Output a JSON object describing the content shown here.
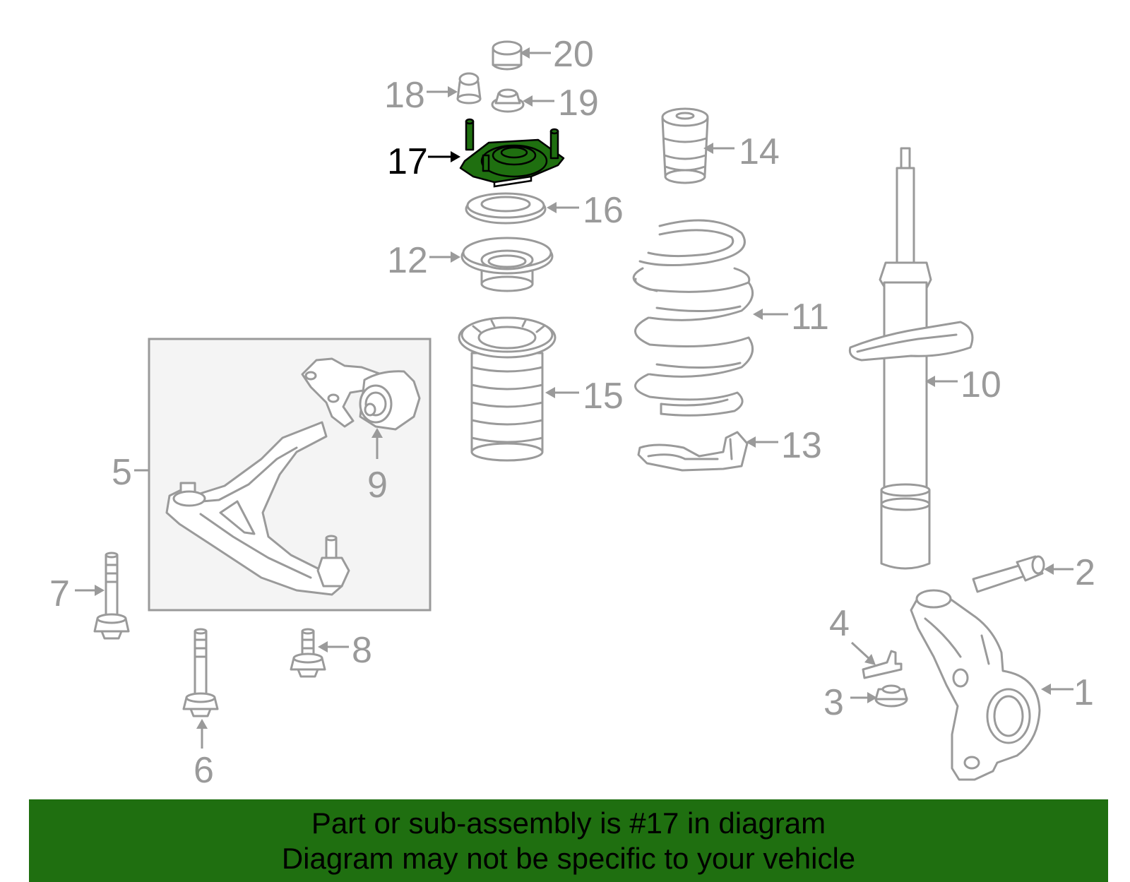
{
  "colors": {
    "highlight": "#1f6f10",
    "parts": "#9a9a9a",
    "banner": "#1f6f10",
    "group_box_fill": "#f4f4f4"
  },
  "callouts": {
    "c1": "1",
    "c2": "2",
    "c3": "3",
    "c4": "4",
    "c5": "5",
    "c6": "6",
    "c7": "7",
    "c8": "8",
    "c9": "9",
    "c10": "10",
    "c11": "11",
    "c12": "12",
    "c13": "13",
    "c14": "14",
    "c15": "15",
    "c16": "16",
    "c17": "17",
    "c18": "18",
    "c19": "19",
    "c20": "20"
  },
  "highlighted_part": "17",
  "banner": {
    "line1": "Part or sub-assembly is #17 in diagram",
    "line2": "Diagram may not be specific to your vehicle"
  }
}
